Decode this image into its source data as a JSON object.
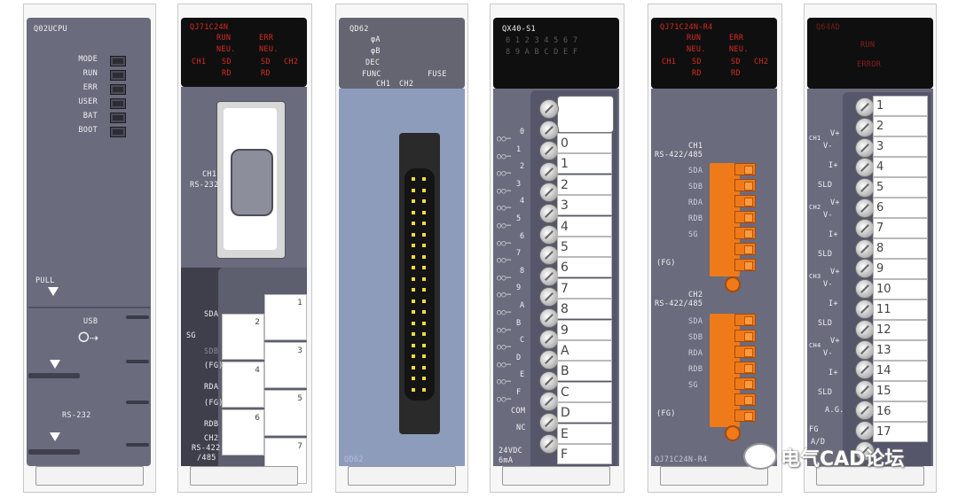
{
  "watermark": "电气CAD论坛",
  "modules": {
    "cpu": {
      "model": "Q02UCPU",
      "leds": [
        "MODE",
        "RUN",
        "ERR",
        "USER",
        "BAT",
        "BOOT"
      ],
      "pull": "PULL",
      "usb": "USB",
      "rs232": "RS-232"
    },
    "c24n": {
      "model": "QJ71C24N",
      "led_row1": [
        "RUN",
        "ERR"
      ],
      "led_row2": [
        "NEU.",
        "NEU."
      ],
      "led_row3": [
        "SD",
        "SD"
      ],
      "led_row4": [
        "RD",
        "RD"
      ],
      "ch1": "CH1",
      "ch2": "CH2",
      "port1": [
        "CH1",
        "RS-232"
      ],
      "terminal_labels": [
        "SDA",
        "SG",
        "SDB",
        "(FG)",
        "RDA",
        "(FG)",
        "RDB"
      ],
      "bottom_label": [
        "CH2",
        "RS-422",
        "/485"
      ],
      "terminal_numbers": [
        "1",
        "2",
        "3",
        "4",
        "5",
        "6",
        "7"
      ]
    },
    "qd62": {
      "model": "QD62",
      "leds": [
        "φA",
        "φB",
        "DEC",
        "FUNC"
      ],
      "fuse": "FUSE",
      "ch": [
        "CH1",
        "CH2"
      ],
      "bottom": "QD62"
    },
    "qx40": {
      "model": "QX40-S1",
      "led_row1": "0 1 2 3 4 5 6 7",
      "led_row2": "8 9 A B C D E F",
      "inputs": [
        "0",
        "1",
        "2",
        "3",
        "4",
        "5",
        "6",
        "7",
        "8",
        "9",
        "A",
        "B",
        "C",
        "D",
        "E",
        "F"
      ],
      "com": "COM",
      "nc": "NC",
      "rating": [
        "24VDC",
        "6mA"
      ],
      "cells": [
        "0",
        "1",
        "2",
        "3",
        "4",
        "5",
        "6",
        "7",
        "8",
        "9",
        "A",
        "B",
        "C",
        "D",
        "E",
        "F"
      ]
    },
    "c24nr4": {
      "model": "QJ71C24N-R4",
      "led_row1": [
        "RUN",
        "ERR"
      ],
      "led_row2": [
        "NEU.",
        "NEU."
      ],
      "led_row3": [
        "SD",
        "SD"
      ],
      "led_row4": [
        "RD",
        "RD"
      ],
      "ch1": "CH1",
      "ch2": "CH2",
      "ch1_label": [
        "CH1",
        "RS-422/485"
      ],
      "ch2_label": [
        "CH2",
        "RS-422/485"
      ],
      "signals": [
        "SDA",
        "SDB",
        "RDA",
        "RDB",
        "SG"
      ],
      "fg": "(FG)",
      "bottom": "QJ71C24N-R4"
    },
    "analog": {
      "model": "Q64AD",
      "led1": "RUN",
      "led2": "ERROR",
      "groups": [
        {
          "ch": "CH1",
          "v+": "V+",
          "v-": "V-",
          "i+": "I+",
          "sld": "SLD"
        },
        {
          "ch": "CH2",
          "v+": "V+",
          "v-": "V-",
          "i+": "I+",
          "sld": "SLD"
        },
        {
          "ch": "CH3",
          "v+": "V+",
          "v-": "V-",
          "i+": "I+",
          "sld": "SLD"
        },
        {
          "ch": "CH4",
          "v+": "V+",
          "v-": "V-",
          "i+": "I+",
          "sld": "SLD"
        }
      ],
      "ag": "A.G.",
      "fg": "FG",
      "ad": "A/D",
      "cells": [
        "1",
        "2",
        "3",
        "4",
        "5",
        "6",
        "7",
        "8",
        "9",
        "10",
        "11",
        "12",
        "13",
        "14",
        "15",
        "16",
        "17"
      ]
    }
  }
}
